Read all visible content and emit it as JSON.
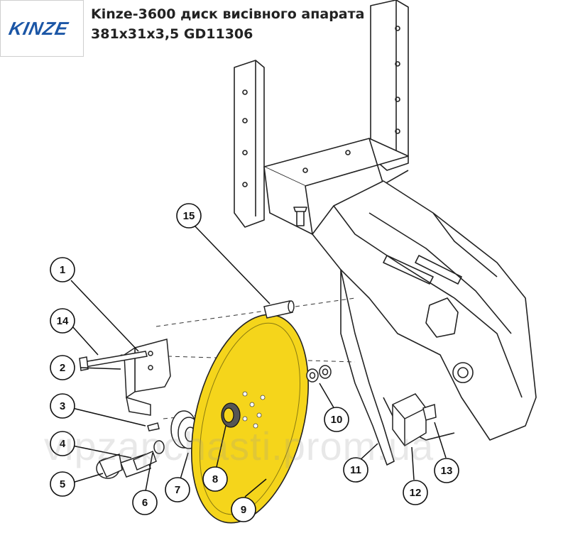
{
  "brand": {
    "logo_text": "KINZE",
    "logo_color": "#1b56a6"
  },
  "title": {
    "line1": "Kinze-3600 диск висівного апарата",
    "line2": "381x31x3,5 GD11306"
  },
  "highlight_color": "#f5d51b",
  "callouts": [
    "1",
    "2",
    "3",
    "4",
    "5",
    "6",
    "7",
    "8",
    "9",
    "10",
    "11",
    "12",
    "13",
    "14",
    "15"
  ],
  "watermark": "vipzapchasti.prom.ua"
}
